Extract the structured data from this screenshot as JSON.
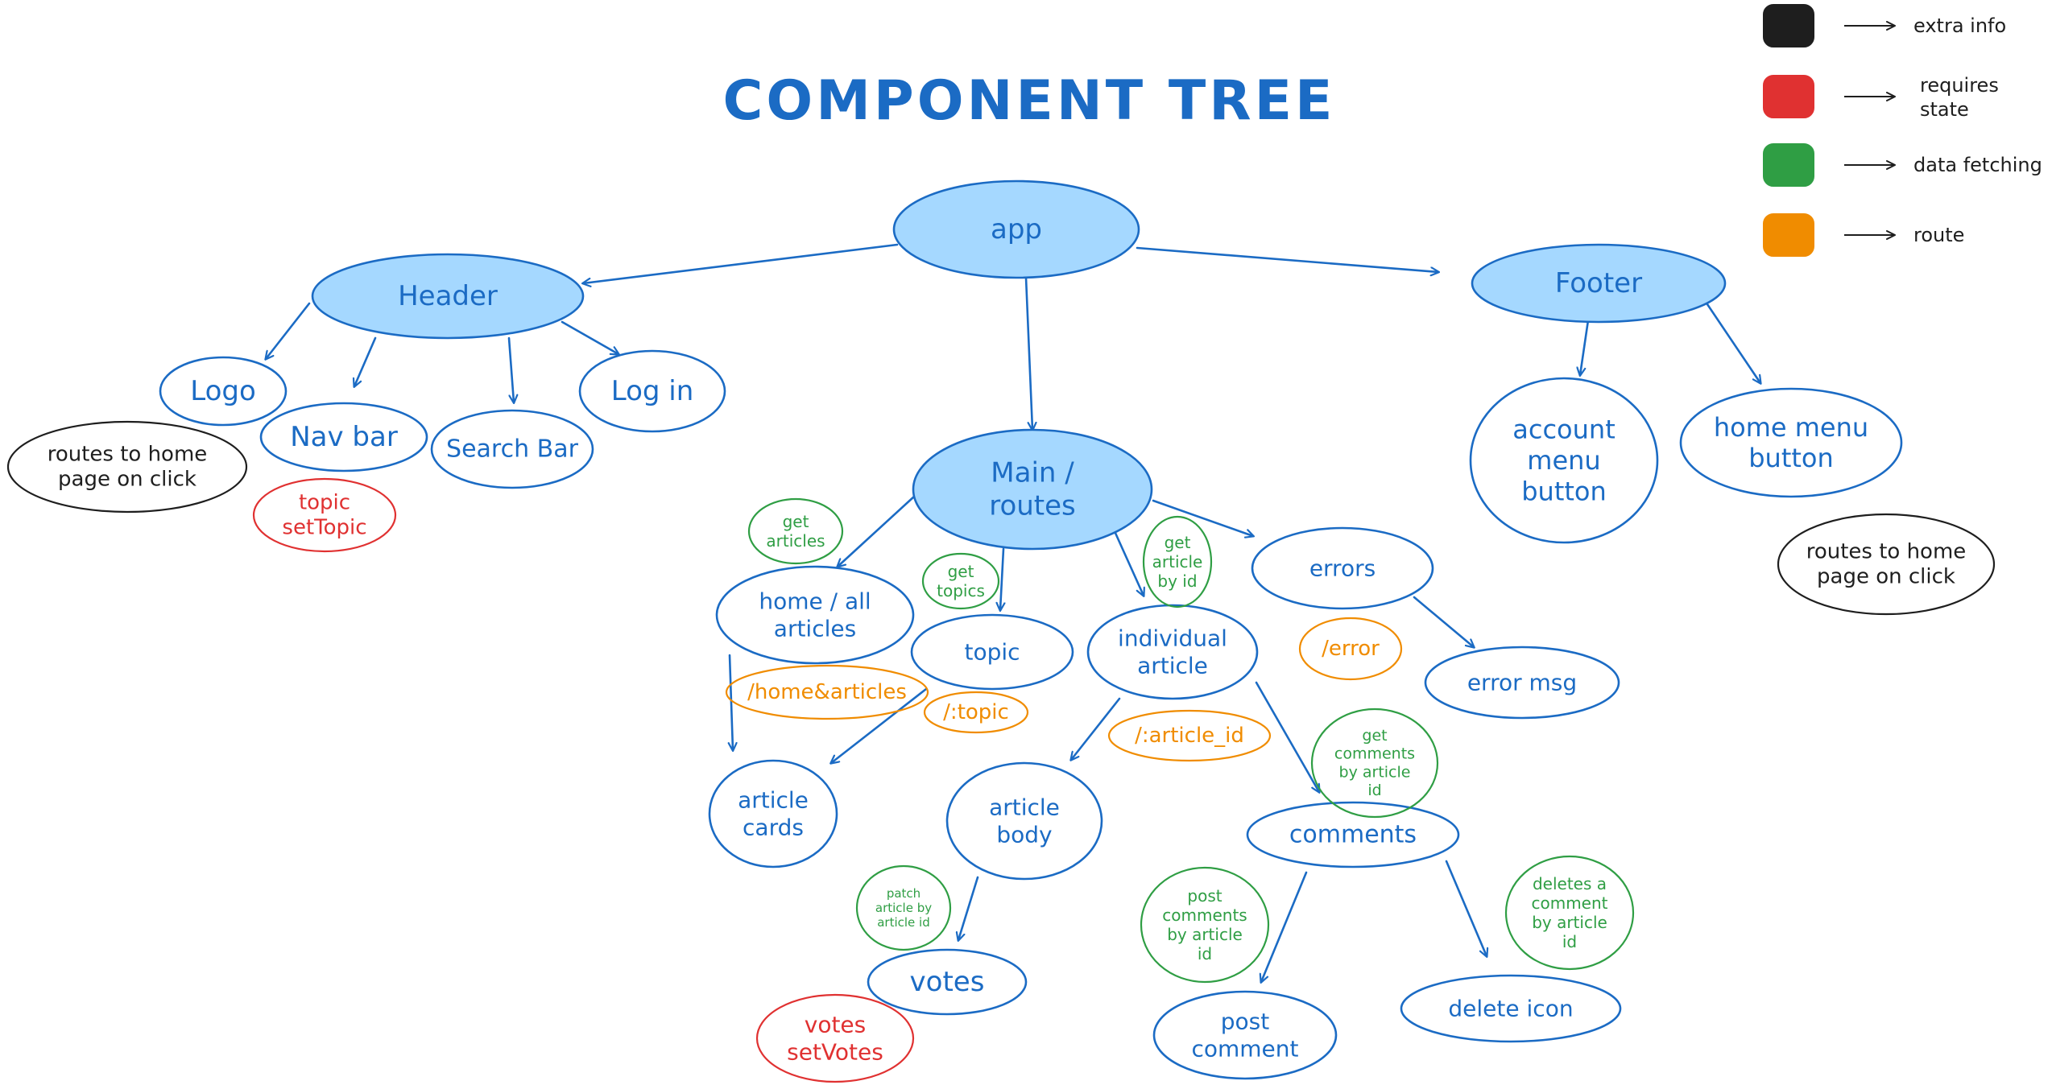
{
  "title": "COMPONENT TREE",
  "colors": {
    "blue": "#1b6bc4",
    "node_fill": "#a5d8ff",
    "black": "#1e1e1e",
    "red": "#e03131",
    "green": "#2f9e44",
    "orange": "#f08c00"
  },
  "legend": [
    {
      "label": "extra info",
      "color": "#1e1e1e"
    },
    {
      "label": "requires state",
      "color": "#e03131"
    },
    {
      "label": "data fetching",
      "color": "#2f9e44"
    },
    {
      "label": "route",
      "color": "#f08c00"
    }
  ],
  "nodes": {
    "app": "app",
    "header": "Header",
    "footer": "Footer",
    "main": "Main / routes",
    "logo": "Logo",
    "nav_bar": "Nav bar",
    "search_bar": "Search Bar",
    "log_in": "Log in",
    "home_all_articles": "home / all articles",
    "topic": "topic",
    "individual_article": "individual article",
    "errors": "errors",
    "error_msg": "error msg",
    "article_cards": "article cards",
    "article_body": "article body",
    "votes": "votes",
    "comments": "comments",
    "post_comment": "post comment",
    "delete_icon": "delete icon",
    "account_menu_button": "account menu button",
    "home_menu_button": "home menu button"
  },
  "notes": {
    "logo_routes": "routes to home page on click",
    "home_button_routes": "routes to home page on click"
  },
  "state": {
    "topic": "topic setTopic",
    "votes": "votes setVotes"
  },
  "fetching": {
    "get_articles": "get articles",
    "get_topics": "get topics",
    "get_article_by_id": "get article by id",
    "get_comments": "get comments by article id",
    "patch_article": "patch article by article id",
    "post_comments": "post comments by article id",
    "delete_comment": "deletes a comment by article id"
  },
  "routes": {
    "home_articles": "/home&articles",
    "topic": "/:topic",
    "article_id": "/:article_id",
    "error": "/error"
  }
}
